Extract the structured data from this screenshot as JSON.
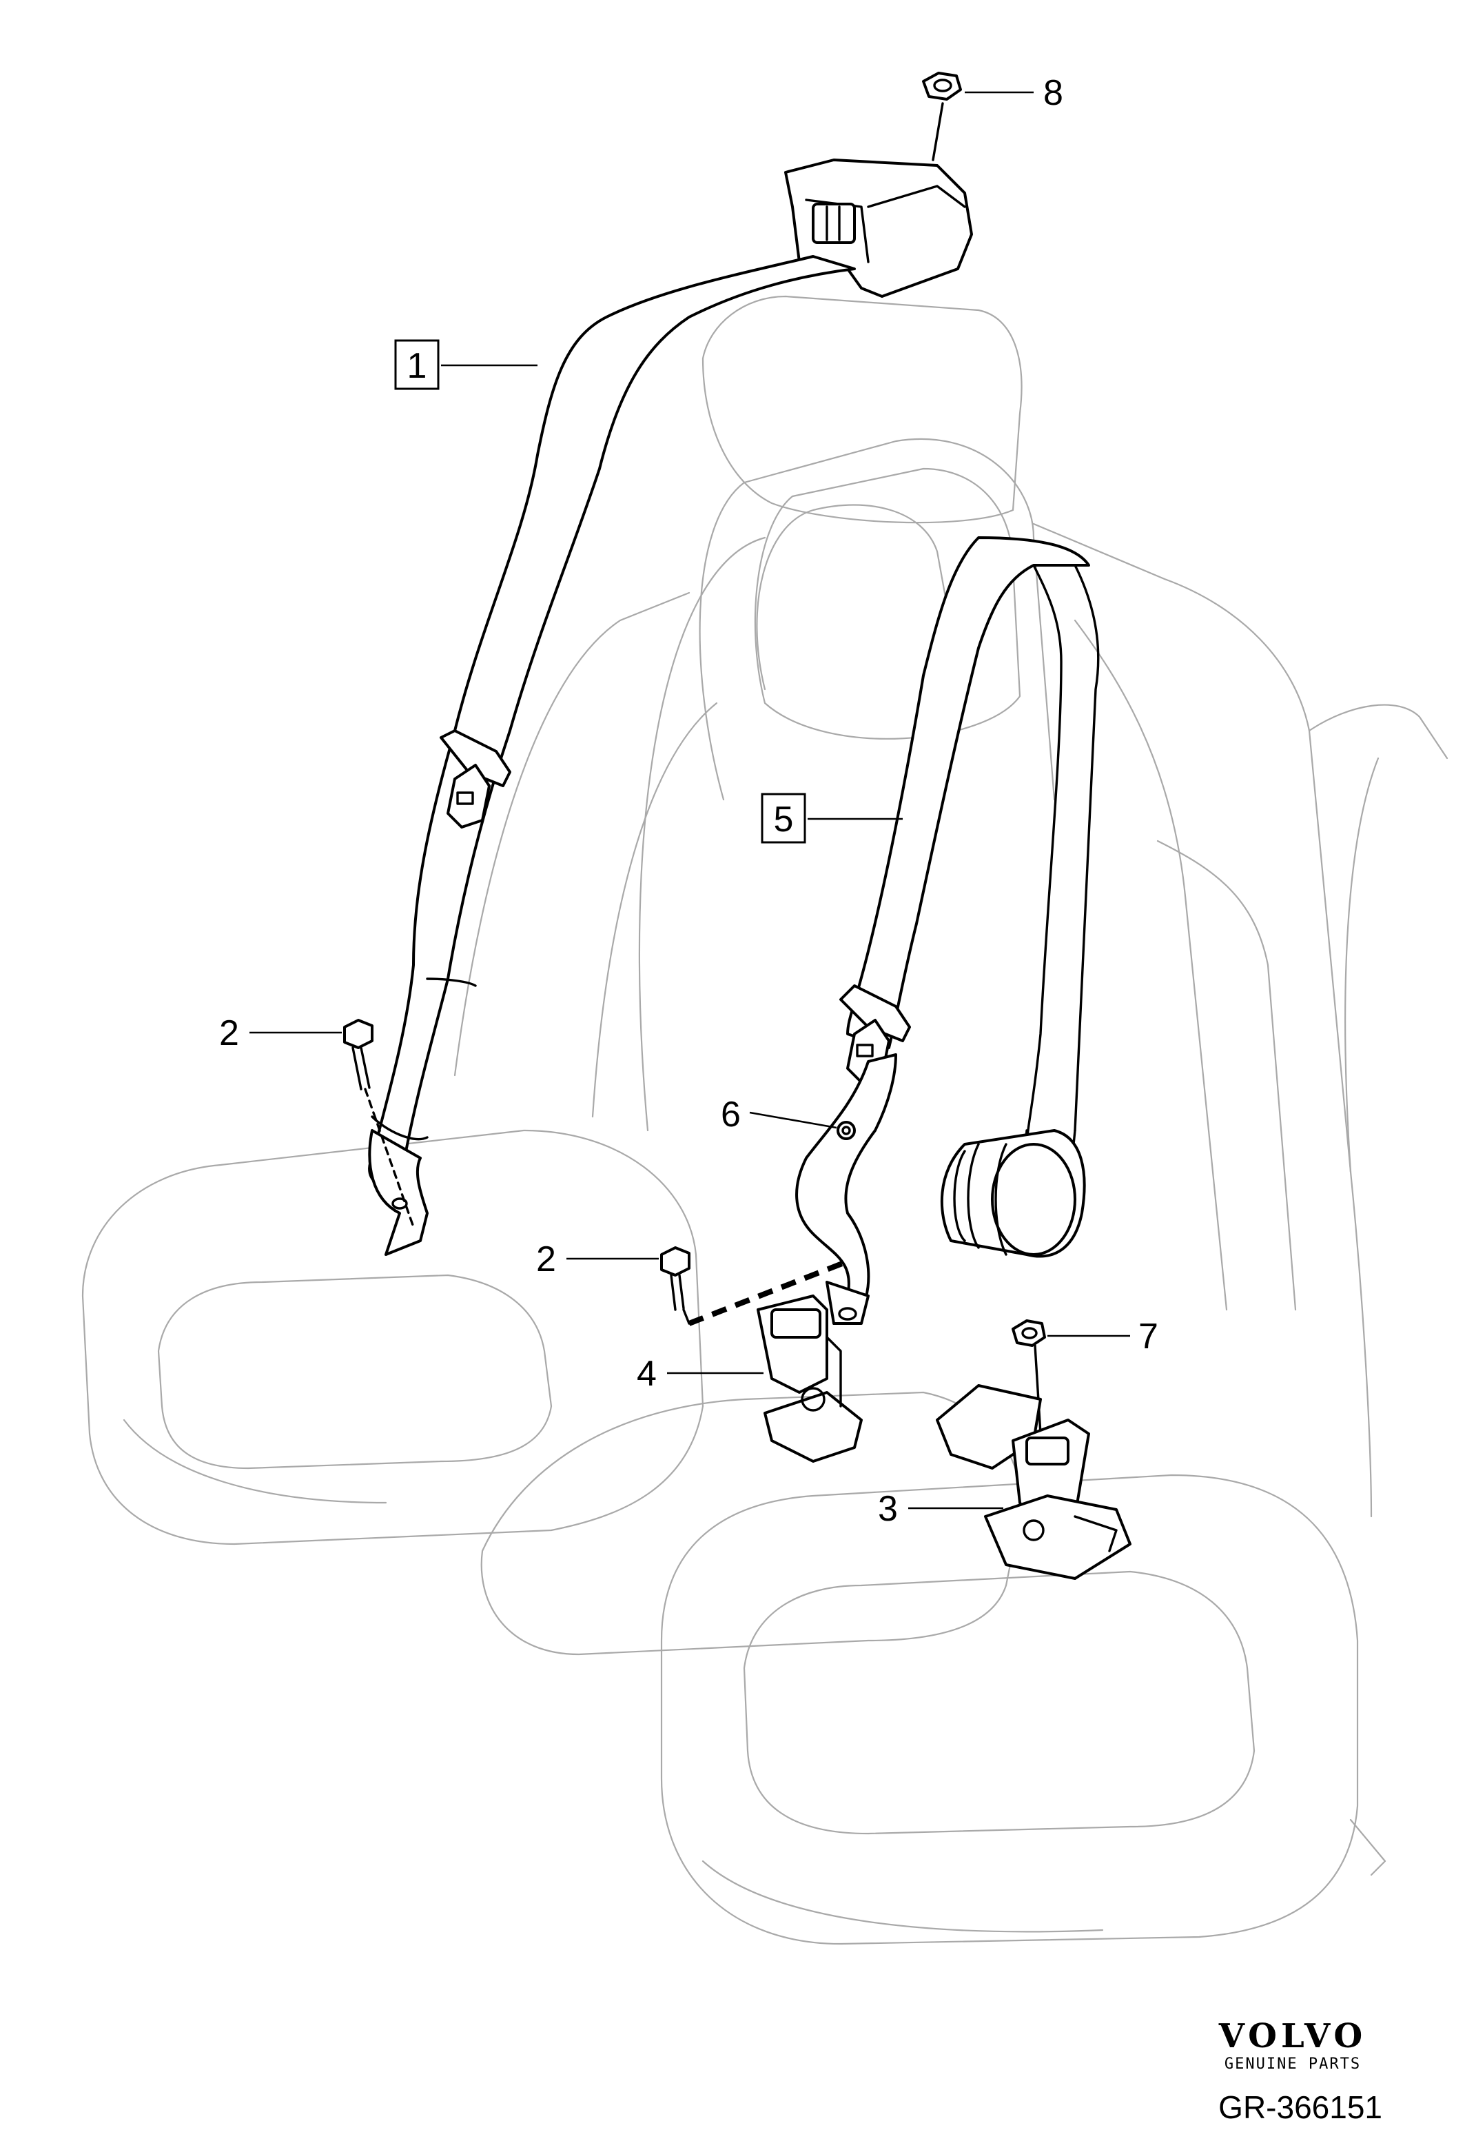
{
  "diagram": {
    "callouts": [
      {
        "id": "c1",
        "text": "1",
        "boxed": true
      },
      {
        "id": "c2a",
        "text": "2",
        "boxed": false
      },
      {
        "id": "c2b",
        "text": "2",
        "boxed": false
      },
      {
        "id": "c3",
        "text": "3",
        "boxed": false
      },
      {
        "id": "c4",
        "text": "4",
        "boxed": false
      },
      {
        "id": "c5",
        "text": "5",
        "boxed": true
      },
      {
        "id": "c6",
        "text": "6",
        "boxed": false
      },
      {
        "id": "c7",
        "text": "7",
        "boxed": false
      },
      {
        "id": "c8",
        "text": "8",
        "boxed": false
      }
    ]
  },
  "brand": {
    "logo": "VOLVO",
    "tagline": "GENUINE PARTS"
  },
  "diagram_code": "GR-366151",
  "colors": {
    "line": "#000000",
    "seat_outline": "#a9a9a9",
    "background": "#ffffff"
  }
}
